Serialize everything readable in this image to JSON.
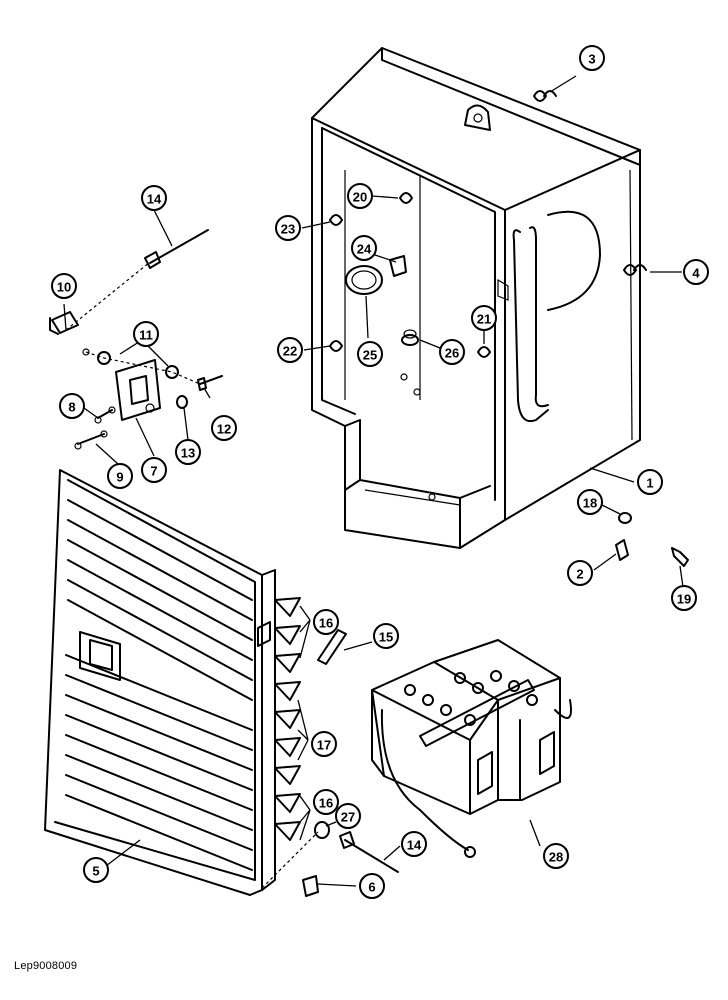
{
  "drawing_ref": "Lep9008009",
  "callouts": [
    {
      "key": "c1",
      "label": "1"
    },
    {
      "key": "c2",
      "label": "2"
    },
    {
      "key": "c3",
      "label": "3"
    },
    {
      "key": "c4",
      "label": "4"
    },
    {
      "key": "c5",
      "label": "5"
    },
    {
      "key": "c6",
      "label": "6"
    },
    {
      "key": "c7",
      "label": "7"
    },
    {
      "key": "c8",
      "label": "8"
    },
    {
      "key": "c9",
      "label": "9"
    },
    {
      "key": "c10",
      "label": "10"
    },
    {
      "key": "c11",
      "label": "11"
    },
    {
      "key": "c12",
      "label": "12"
    },
    {
      "key": "c13",
      "label": "13"
    },
    {
      "key": "c14a",
      "label": "14"
    },
    {
      "key": "c14b",
      "label": "14"
    },
    {
      "key": "c15",
      "label": "15"
    },
    {
      "key": "c16a",
      "label": "16"
    },
    {
      "key": "c16b",
      "label": "16"
    },
    {
      "key": "c17",
      "label": "17"
    },
    {
      "key": "c18",
      "label": "18"
    },
    {
      "key": "c19",
      "label": "19"
    },
    {
      "key": "c20",
      "label": "20"
    },
    {
      "key": "c21",
      "label": "21"
    },
    {
      "key": "c22",
      "label": "22"
    },
    {
      "key": "c23",
      "label": "23"
    },
    {
      "key": "c24",
      "label": "24"
    },
    {
      "key": "c25",
      "label": "25"
    },
    {
      "key": "c26",
      "label": "26"
    },
    {
      "key": "c27",
      "label": "27"
    },
    {
      "key": "c28",
      "label": "28"
    }
  ]
}
